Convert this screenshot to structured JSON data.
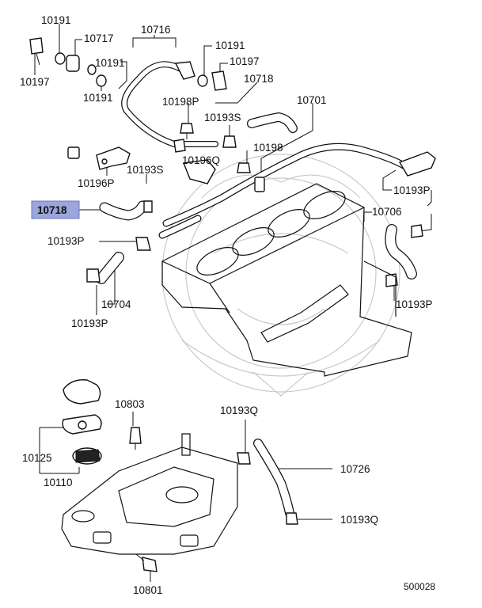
{
  "diagram": {
    "code": "500028",
    "highlight_color": "#9aa6dc",
    "labels": [
      {
        "key": "l10191a",
        "text": "10191"
      },
      {
        "key": "l10717",
        "text": "10717"
      },
      {
        "key": "l10197a",
        "text": "10197"
      },
      {
        "key": "l10191b",
        "text": "10191"
      },
      {
        "key": "l10191c",
        "text": "10191"
      },
      {
        "key": "l10716",
        "text": "10716"
      },
      {
        "key": "l10191d",
        "text": "10191"
      },
      {
        "key": "l10197b",
        "text": "10197"
      },
      {
        "key": "l10718a",
        "text": "10718"
      },
      {
        "key": "l10198P",
        "text": "10198P"
      },
      {
        "key": "l10701",
        "text": "10701"
      },
      {
        "key": "l10193S_a",
        "text": "10193S"
      },
      {
        "key": "l10198",
        "text": "10198"
      },
      {
        "key": "l10196Q",
        "text": "10196Q"
      },
      {
        "key": "l10193S_b",
        "text": "10193S"
      },
      {
        "key": "l10196P",
        "text": "10196P"
      },
      {
        "key": "l10718b",
        "text": "10718"
      },
      {
        "key": "l10193P_a",
        "text": "10193P"
      },
      {
        "key": "l10706",
        "text": "10706"
      },
      {
        "key": "l10193P_b",
        "text": "10193P"
      },
      {
        "key": "l10704",
        "text": "10704"
      },
      {
        "key": "l10193P_c",
        "text": "10193P"
      },
      {
        "key": "l10193P_d",
        "text": "10193P"
      },
      {
        "key": "l10803",
        "text": "10803"
      },
      {
        "key": "l10193Q_a",
        "text": "10193Q"
      },
      {
        "key": "l10125",
        "text": "10125"
      },
      {
        "key": "l10726",
        "text": "10726"
      },
      {
        "key": "l10110",
        "text": "10110"
      },
      {
        "key": "l10193Q_b",
        "text": "10193Q"
      },
      {
        "key": "l10801",
        "text": "10801"
      }
    ]
  }
}
